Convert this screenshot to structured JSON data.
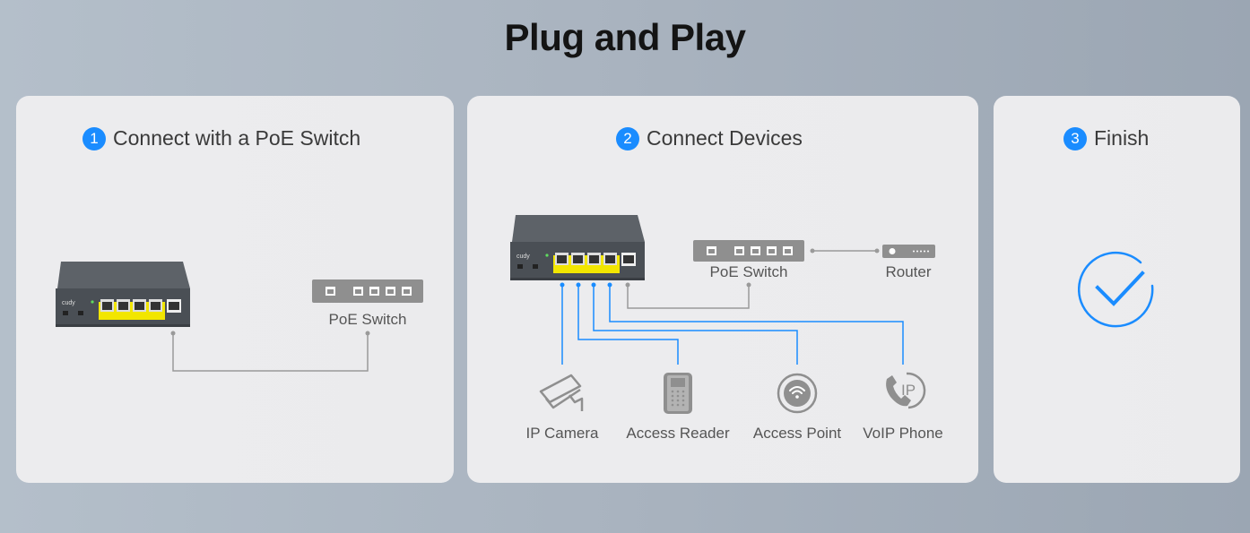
{
  "title": "Plug and Play",
  "colors": {
    "accent": "#1a8cff",
    "wire_gray": "#9a9a9a",
    "card_bg": "#ececee",
    "poe_yellow": "#f2e600"
  },
  "steps": [
    {
      "number": "1",
      "heading": "Connect with a PoE Switch",
      "poe_switch_label": "PoE Switch",
      "device_brand": "cudy"
    },
    {
      "number": "2",
      "heading": "Connect Devices",
      "poe_switch_label": "PoE Switch",
      "router_label": "Router",
      "device_brand": "cudy",
      "devices": [
        {
          "label": "IP Camera",
          "icon": "camera-icon"
        },
        {
          "label": "Access Reader",
          "icon": "access-reader-icon"
        },
        {
          "label": "Access Point",
          "icon": "wifi-access-point-icon"
        },
        {
          "label": "VoIP Phone",
          "icon": "voip-phone-icon",
          "badge": "IP"
        }
      ]
    },
    {
      "number": "3",
      "heading": "Finish",
      "icon": "check-circle-icon"
    }
  ]
}
